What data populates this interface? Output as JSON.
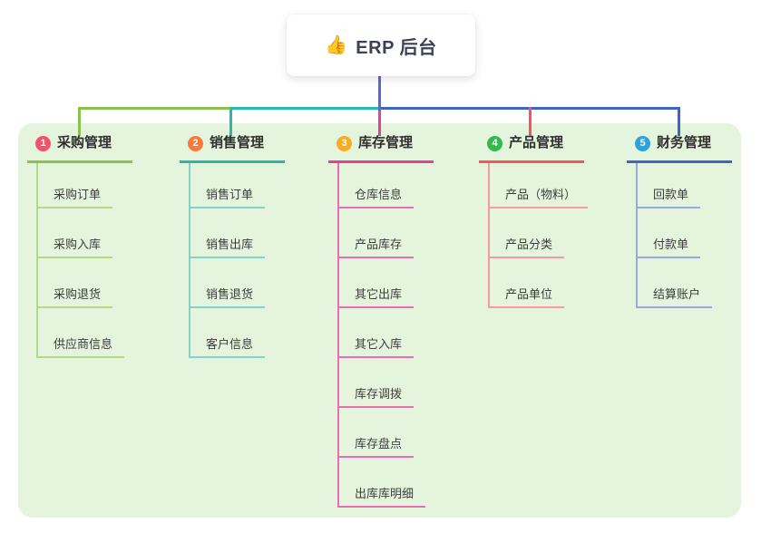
{
  "root": {
    "icon": "👍",
    "label": "ERP 后台"
  },
  "panel_bg": "#e5f5dd",
  "root_connector_color": "#5b68d6",
  "branches": [
    {
      "number": "1",
      "label": "采购管理",
      "badge_color": "#f4516c",
      "line_color": "#8bc34a",
      "child_line_color": "#b2d98a",
      "children": [
        "采购订单",
        "采购入库",
        "采购退货",
        "供应商信息"
      ]
    },
    {
      "number": "2",
      "label": "销售管理",
      "badge_color": "#f8793b",
      "line_color": "#2ab7ae",
      "child_line_color": "#82d3cb",
      "children": [
        "销售订单",
        "销售出库",
        "销售退货",
        "客户信息"
      ]
    },
    {
      "number": "3",
      "label": "库存管理",
      "badge_color": "#fbad21",
      "line_color": "#e0429c",
      "child_line_color": "#ee6ab2",
      "children": [
        "仓库信息",
        "产品库存",
        "其它出库",
        "其它入库",
        "库存调拨",
        "库存盘点",
        "出库库明细"
      ]
    },
    {
      "number": "4",
      "label": "产品管理",
      "badge_color": "#33b94f",
      "line_color": "#f8545f",
      "child_line_color": "#f9999f",
      "children": [
        "产品（物料）",
        "产品分类",
        "产品单位"
      ]
    },
    {
      "number": "5",
      "label": "财务管理",
      "badge_color": "#2ba3e0",
      "line_color": "#3f63cd",
      "child_line_color": "#96abdd",
      "children": [
        "回款单",
        "付款单",
        "结算账户"
      ]
    }
  ]
}
